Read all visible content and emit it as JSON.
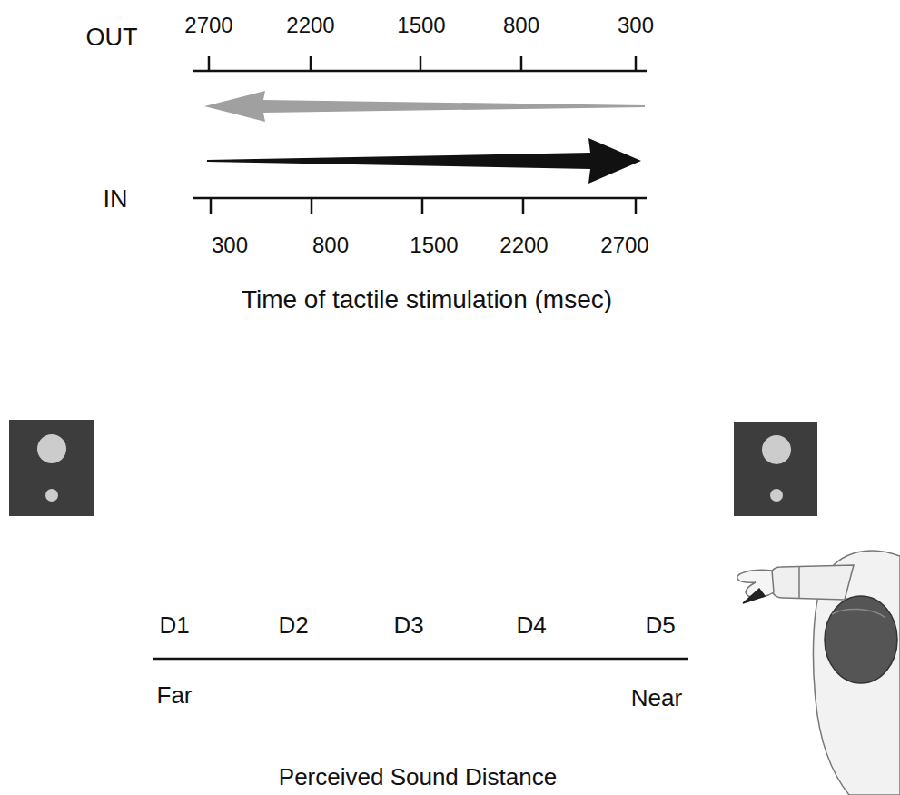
{
  "diagram": {
    "labels": [
      "OUT",
      "2700",
      "2200",
      "1500",
      "800",
      "300",
      "IN",
      "300",
      "800",
      "1500",
      "2200",
      "2700",
      "Time of tactile stimulation (msec)",
      "D1",
      "D2",
      "D3",
      "D4",
      "D5",
      "Far",
      "Near",
      "Perceived Sound Distance"
    ]
  }
}
